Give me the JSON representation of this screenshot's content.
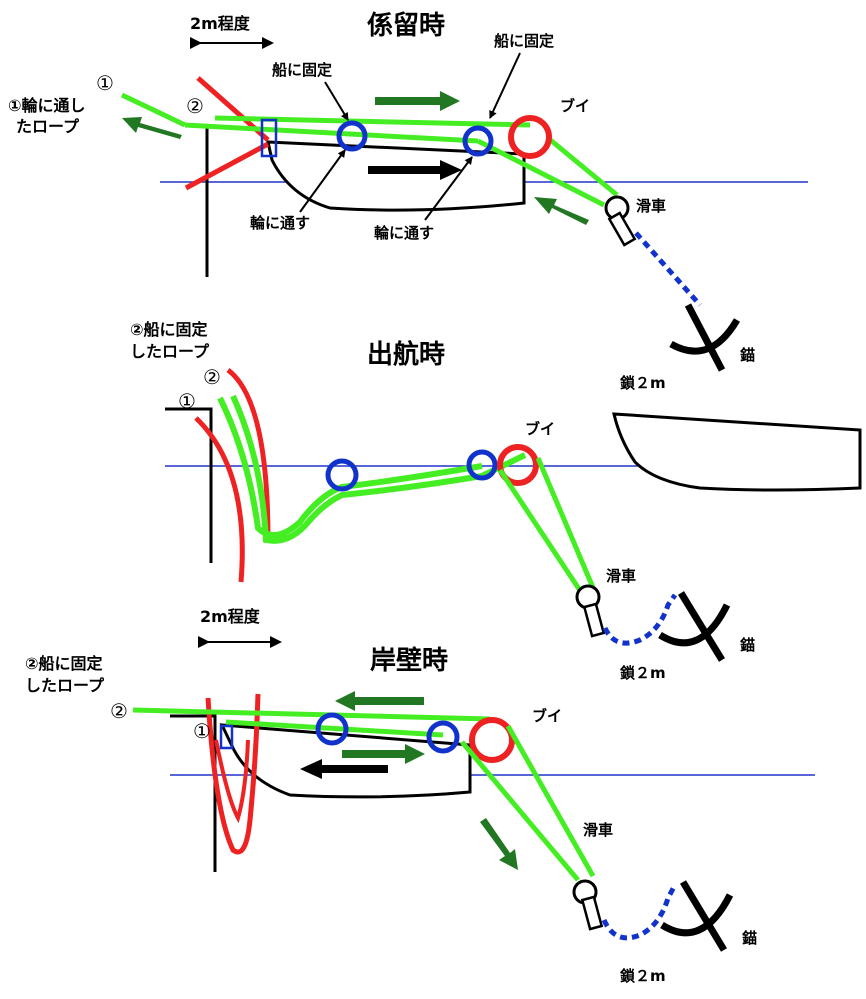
{
  "colors": {
    "rope": "#44ee22",
    "buoy": "#ee2222",
    "ring": "#1133cc",
    "water": "#2233cc",
    "arrow_green": "#227722",
    "hull": "#000000",
    "chain": "#1133cc"
  },
  "icons": {
    "buoy": "red-ring",
    "ring": "blue-ring",
    "pulley": "pulley-block",
    "anchor": "anchor",
    "flow_arrow": "arrow"
  },
  "diagram1": {
    "title": "係留時",
    "span": "2m程度",
    "label_rope1_line1": "①輪に通し",
    "label_rope1_line2": "たロープ",
    "marker1": "①",
    "marker2": "②",
    "fixed_left": "船に固定",
    "fixed_right": "船に固定",
    "pass_left": "輪に通す",
    "pass_right": "輪に通す",
    "buoy": "ブイ",
    "pulley": "滑車",
    "anchor": "錨",
    "chain": "鎖２m"
  },
  "diagram2": {
    "title": "出航時",
    "rope2_line1": "②船に固定",
    "rope2_line2": "したロープ",
    "marker1": "①",
    "marker2": "②",
    "buoy": "ブイ",
    "pulley": "滑車",
    "anchor": "錨",
    "chain": "鎖２m"
  },
  "diagram3": {
    "title": "岸壁時",
    "span": "2m程度",
    "rope2_line1": "②船に固定",
    "rope2_line2": "したロープ",
    "marker1": "①",
    "marker2": "②",
    "buoy": "ブイ",
    "pulley": "滑車",
    "anchor": "錨",
    "chain": "鎖２m"
  }
}
